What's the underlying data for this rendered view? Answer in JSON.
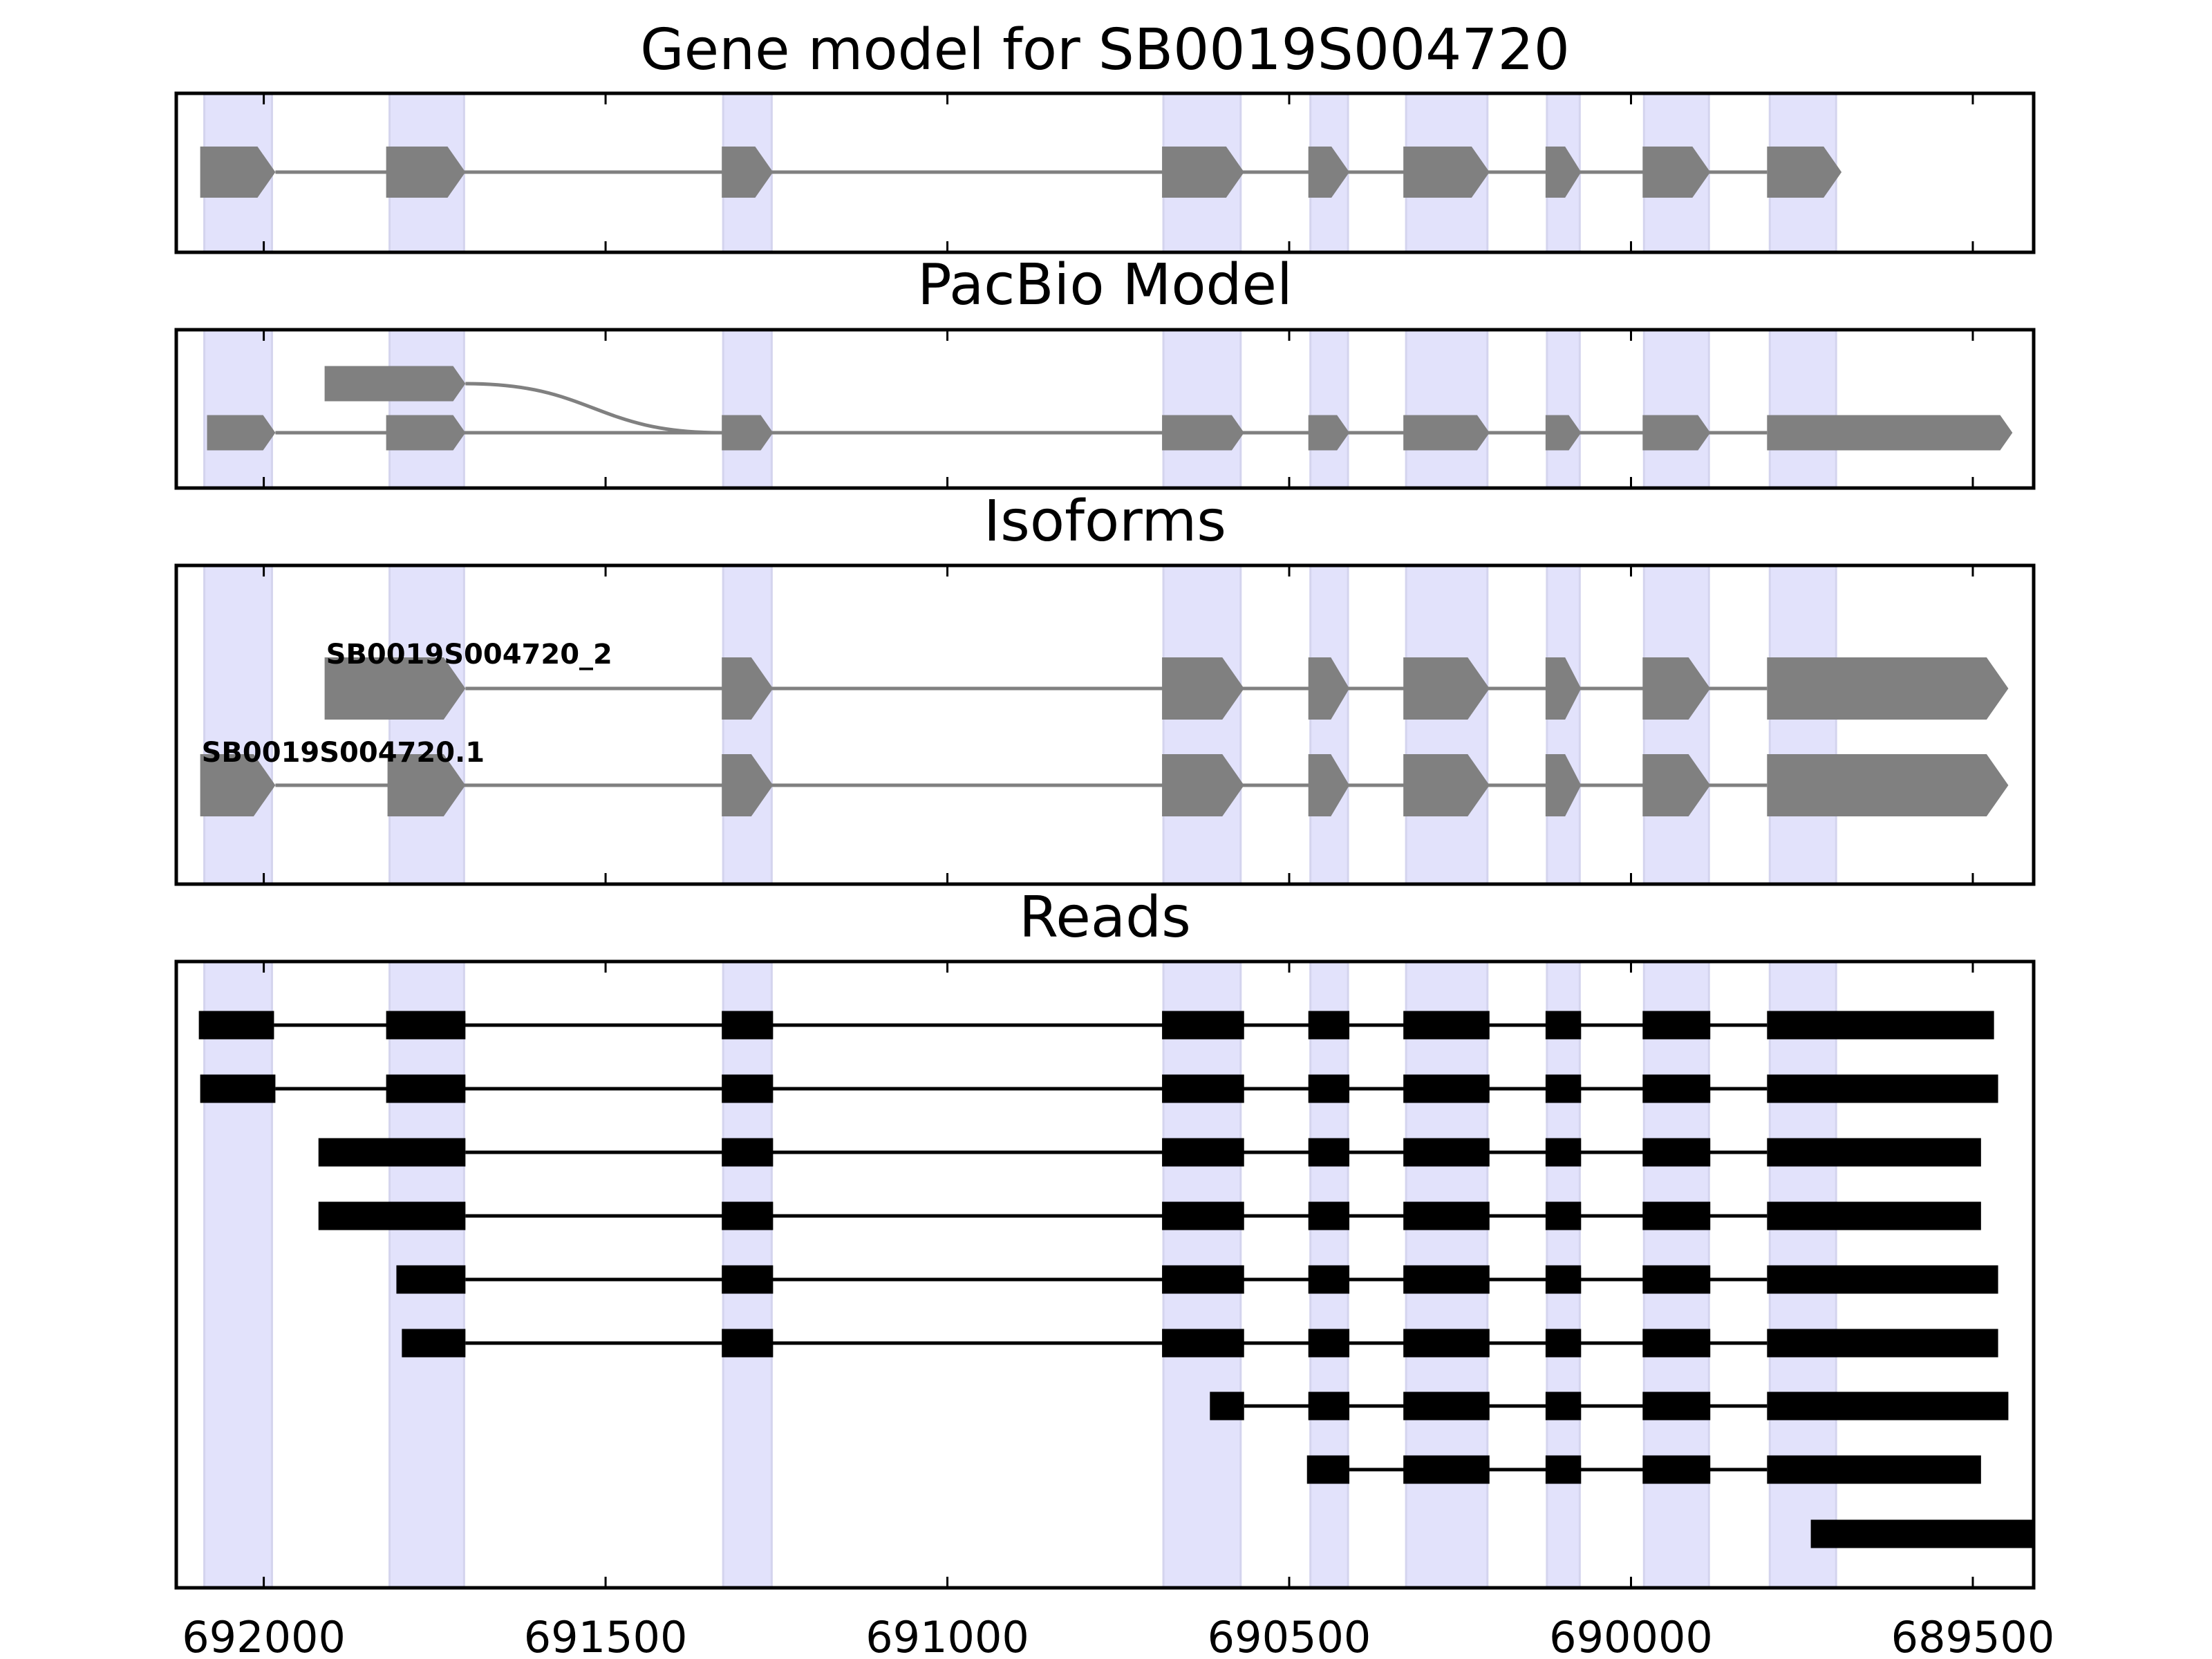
{
  "chart_data": {
    "type": "gene-structure",
    "xlim": [
      692128,
      689411
    ],
    "x_ticks": [
      692000,
      691500,
      691000,
      690500,
      690000,
      689500
    ],
    "x_tick_labels": [
      "692000",
      "691500",
      "691000",
      "690500",
      "690000",
      "689500"
    ],
    "shaded_exon_regions": [
      [
        692087,
        691988
      ],
      [
        691816,
        691707
      ],
      [
        691328,
        691257
      ],
      [
        690684,
        690571
      ],
      [
        690469,
        690414
      ],
      [
        690329,
        690210
      ],
      [
        690123,
        690075
      ],
      [
        689981,
        689886
      ],
      [
        689797,
        689700
      ]
    ],
    "colors": {
      "shade": "#e2e2fb",
      "model": "#808080",
      "reads": "#000000"
    },
    "panels": [
      {
        "title": "Gene model for SB0019S004720",
        "tracks": [
          {
            "label": "",
            "exons": [
              [
                692093,
                691983
              ],
              [
                691821,
                691705
              ],
              [
                691330,
                691255
              ],
              [
                690686,
                690566
              ],
              [
                690472,
                690412
              ],
              [
                690333,
                690207
              ],
              [
                690125,
                690073
              ],
              [
                689983,
                689884
              ],
              [
                689801,
                689692
              ]
            ]
          }
        ]
      },
      {
        "title": "PacBio Model",
        "tracks": [
          {
            "label": "",
            "exons": [
              [
                691911,
                691705
              ]
            ],
            "joins_to": 691330
          },
          {
            "label": "",
            "exons": [
              [
                692083,
                691983
              ],
              [
                691821,
                691705
              ],
              [
                691330,
                691255
              ],
              [
                690686,
                690566
              ],
              [
                690472,
                690412
              ],
              [
                690333,
                690207
              ],
              [
                690125,
                690073
              ],
              [
                689983,
                689884
              ],
              [
                689801,
                689442
              ]
            ]
          }
        ]
      },
      {
        "title": "Isoforms",
        "tracks": [
          {
            "label": "SB0019S004720_2",
            "exons": [
              [
                691911,
                691705
              ],
              [
                691330,
                691255
              ],
              [
                690686,
                690566
              ],
              [
                690472,
                690412
              ],
              [
                690333,
                690207
              ],
              [
                690125,
                690073
              ],
              [
                689983,
                689884
              ],
              [
                689801,
                689448
              ]
            ]
          },
          {
            "label": "SB0019S004720.1",
            "exons": [
              [
                692093,
                691983
              ],
              [
                691819,
                691705
              ],
              [
                691330,
                691255
              ],
              [
                690686,
                690566
              ],
              [
                690472,
                690412
              ],
              [
                690333,
                690207
              ],
              [
                690125,
                690073
              ],
              [
                689983,
                689884
              ],
              [
                689801,
                689448
              ]
            ]
          }
        ]
      },
      {
        "title": "Reads",
        "tracks": [
          {
            "exons": [
              [
                692095,
                691985
              ],
              [
                691821,
                691705
              ],
              [
                691330,
                691255
              ],
              [
                690686,
                690566
              ],
              [
                690472,
                690412
              ],
              [
                690333,
                690207
              ],
              [
                690125,
                690073
              ],
              [
                689983,
                689884
              ],
              [
                689801,
                689469
              ]
            ]
          },
          {
            "exons": [
              [
                692093,
                691983
              ],
              [
                691821,
                691705
              ],
              [
                691330,
                691255
              ],
              [
                690686,
                690566
              ],
              [
                690472,
                690412
              ],
              [
                690333,
                690207
              ],
              [
                690125,
                690073
              ],
              [
                689983,
                689884
              ],
              [
                689801,
                689463
              ]
            ]
          },
          {
            "exons": [
              [
                691920,
                691705
              ],
              [
                691330,
                691255
              ],
              [
                690686,
                690566
              ],
              [
                690472,
                690412
              ],
              [
                690333,
                690207
              ],
              [
                690125,
                690073
              ],
              [
                689983,
                689884
              ],
              [
                689801,
                689488
              ]
            ]
          },
          {
            "exons": [
              [
                691920,
                691705
              ],
              [
                691330,
                691255
              ],
              [
                690686,
                690566
              ],
              [
                690472,
                690412
              ],
              [
                690333,
                690207
              ],
              [
                690125,
                690073
              ],
              [
                689983,
                689884
              ],
              [
                689801,
                689488
              ]
            ]
          },
          {
            "exons": [
              [
                691806,
                691705
              ],
              [
                691330,
                691255
              ],
              [
                690686,
                690566
              ],
              [
                690472,
                690412
              ],
              [
                690333,
                690207
              ],
              [
                690125,
                690073
              ],
              [
                689983,
                689884
              ],
              [
                689801,
                689463
              ]
            ]
          },
          {
            "exons": [
              [
                691798,
                691705
              ],
              [
                691330,
                691255
              ],
              [
                690686,
                690566
              ],
              [
                690472,
                690412
              ],
              [
                690333,
                690207
              ],
              [
                690125,
                690073
              ],
              [
                689983,
                689884
              ],
              [
                689801,
                689463
              ]
            ]
          },
          {
            "exons": [
              [
                690616,
                690566
              ],
              [
                690472,
                690412
              ],
              [
                690333,
                690207
              ],
              [
                690125,
                690073
              ],
              [
                689983,
                689884
              ],
              [
                689801,
                689448
              ]
            ]
          },
          {
            "exons": [
              [
                690474,
                690412
              ],
              [
                690333,
                690207
              ],
              [
                690125,
                690073
              ],
              [
                689983,
                689884
              ],
              [
                689801,
                689488
              ]
            ]
          },
          {
            "exons": [
              [
                689737,
                689400
              ]
            ]
          }
        ]
      }
    ]
  }
}
